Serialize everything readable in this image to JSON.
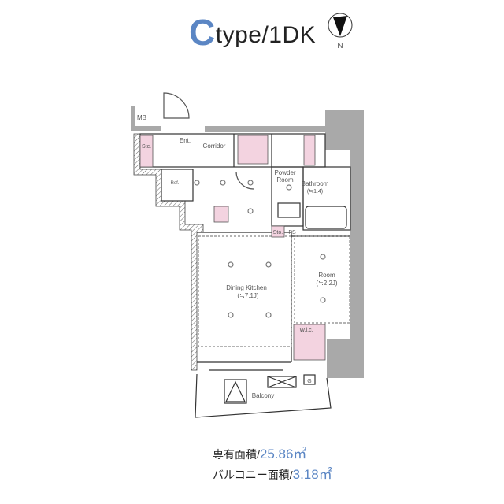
{
  "header": {
    "type_letter": "C",
    "type_rest": "type/1DK"
  },
  "compass": {
    "label": "N"
  },
  "rooms": {
    "mb": "MB",
    "entrance": "Ent.",
    "corridor": "Corridor",
    "storage_left": "Stc.",
    "ref": "Ref.",
    "powder_room_1": "Powder",
    "powder_room_2": "Room",
    "bathroom": "Bathroom",
    "bathroom_size": "(≒1.4)",
    "dining_kitchen": "Dining Kitchen",
    "dining_kitchen_size": "(≒7.1J)",
    "room": "Room",
    "room_size": "(≒2.2J)",
    "storage": "Sto.",
    "ps": "PS",
    "wic": "W.i.c.",
    "balcony": "Balcony",
    "gas": "G"
  },
  "areas": {
    "exclusive_label": "専有面積/",
    "exclusive_value": "25.86㎡",
    "balcony_label": "バルコニー面積/",
    "balcony_value": "3.18㎡"
  },
  "colors": {
    "accent": "#5b86c4",
    "wall": "#a9a9a9",
    "storage_fill": "#f3d3e0"
  }
}
